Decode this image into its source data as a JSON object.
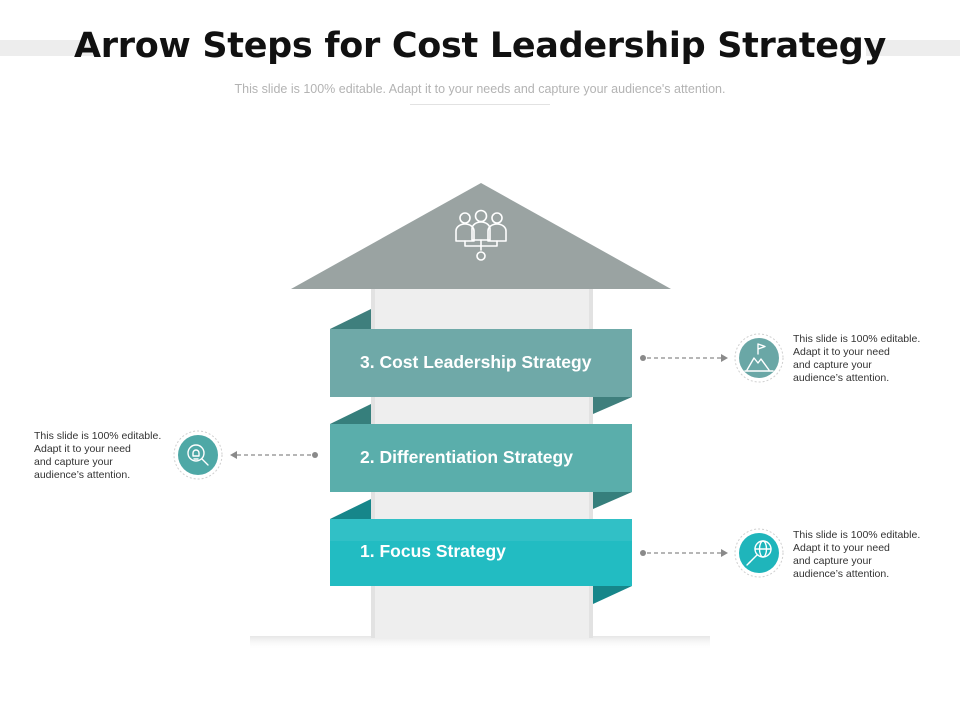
{
  "title": "Arrow Steps for Cost Leadership Strategy",
  "subtitle": "This slide is 100% editable. Adapt it to your needs and capture your audience's attention.",
  "colors": {
    "arrow_head": "#9aa3a2",
    "shaft": "#eeeeee",
    "step3": "#6fa9a8",
    "step3_fold": "#3f7f7d",
    "step2": "#5aaeab",
    "step2_fold": "#367f7c",
    "step1": "#22bcc2",
    "step1_fold": "#16868a",
    "icon_circle_1": "#6aa7a6",
    "icon_circle_2": "#4ea8a6",
    "icon_circle_3": "#1fb5bb"
  },
  "steps": [
    {
      "label": "3. Cost Leadership Strategy",
      "icon": "mountain-flag-icon"
    },
    {
      "label": "2. Differentiation Strategy",
      "icon": "lightbulb-magnifier-icon"
    },
    {
      "label": "1. Focus Strategy",
      "icon": "globe-magnifier-icon"
    }
  ],
  "head_icon": "team-network-icon",
  "notes": {
    "step3": [
      "This slide is 100% editable.",
      "Adapt it to your need",
      "and capture your",
      "audience’s attention."
    ],
    "step2": [
      "This slide is 100% editable.",
      "Adapt it to your need",
      "and capture your",
      "audience’s attention."
    ],
    "step1": [
      "This slide is 100% editable.",
      "Adapt it to your need",
      "and capture your",
      "audience’s attention."
    ]
  }
}
